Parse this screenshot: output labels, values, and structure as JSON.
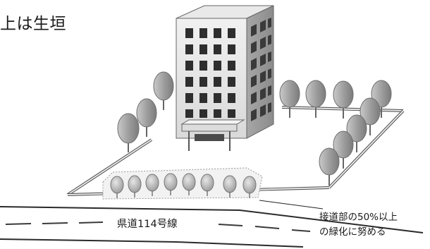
{
  "caption": "上は生垣",
  "road": {
    "label": "県道114号線"
  },
  "note": {
    "line1": "接道部の50%以上",
    "line2": "の緑化に努める"
  }
}
